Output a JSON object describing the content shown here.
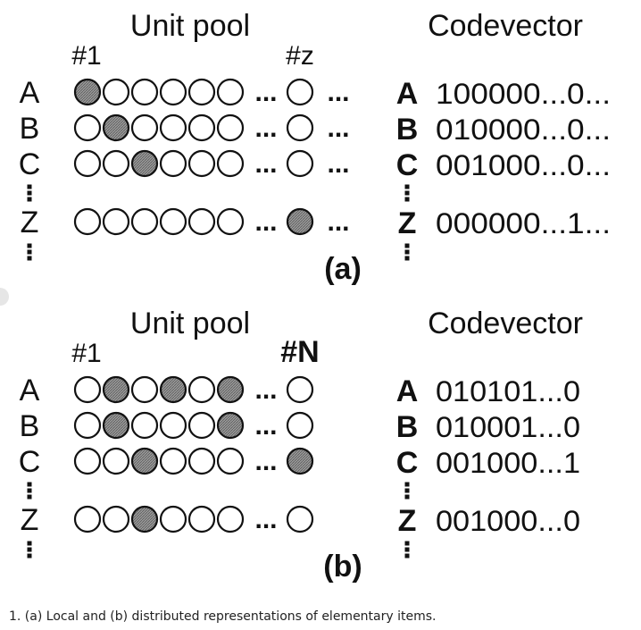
{
  "panels": [
    {
      "id": "a",
      "unit_pool_title": "Unit pool",
      "codevector_title": "Codevector",
      "first_unit_label": "#1",
      "last_unit_label": "#z",
      "last_unit_label_bold": false,
      "panel_label": "(a)",
      "trailing_dots": true,
      "rows": [
        {
          "item": "A",
          "filled": [
            1,
            0,
            0,
            0,
            0,
            0
          ],
          "last_filled": 0,
          "code_letter": "A",
          "code": "100000...0..."
        },
        {
          "item": "B",
          "filled": [
            0,
            1,
            0,
            0,
            0,
            0
          ],
          "last_filled": 0,
          "code_letter": "B",
          "code": "010000...0..."
        },
        {
          "item": "C",
          "filled": [
            0,
            0,
            1,
            0,
            0,
            0
          ],
          "last_filled": 0,
          "code_letter": "C",
          "code": "001000...0..."
        },
        {
          "item": "Z",
          "filled": [
            0,
            0,
            0,
            0,
            0,
            0
          ],
          "last_filled": 1,
          "code_letter": "Z",
          "code": "000000...1..."
        }
      ]
    },
    {
      "id": "b",
      "unit_pool_title": "Unit pool",
      "codevector_title": "Codevector",
      "first_unit_label": "#1",
      "last_unit_label": "#N",
      "last_unit_label_bold": true,
      "panel_label": "(b)",
      "trailing_dots": false,
      "rows": [
        {
          "item": "A",
          "filled": [
            0,
            1,
            0,
            1,
            0,
            1
          ],
          "last_filled": 0,
          "code_letter": "A",
          "code": "010101...0"
        },
        {
          "item": "B",
          "filled": [
            0,
            1,
            0,
            0,
            0,
            1
          ],
          "last_filled": 0,
          "code_letter": "B",
          "code": "010001...0"
        },
        {
          "item": "C",
          "filled": [
            0,
            0,
            1,
            0,
            0,
            0
          ],
          "last_filled": 1,
          "code_letter": "C",
          "code": "001000...1"
        },
        {
          "item": "Z",
          "filled": [
            0,
            0,
            1,
            0,
            0,
            0
          ],
          "last_filled": 0,
          "code_letter": "Z",
          "code": "001000...0"
        }
      ]
    }
  ],
  "ellipsis": "...",
  "vertical_ellipsis": "⋮",
  "caption": "1. (a) Local and (b) distributed representations of elementary items.",
  "colors": {
    "filled_unit": "#8c8c8c",
    "unit_stroke": "#111111",
    "text": "#111111"
  }
}
